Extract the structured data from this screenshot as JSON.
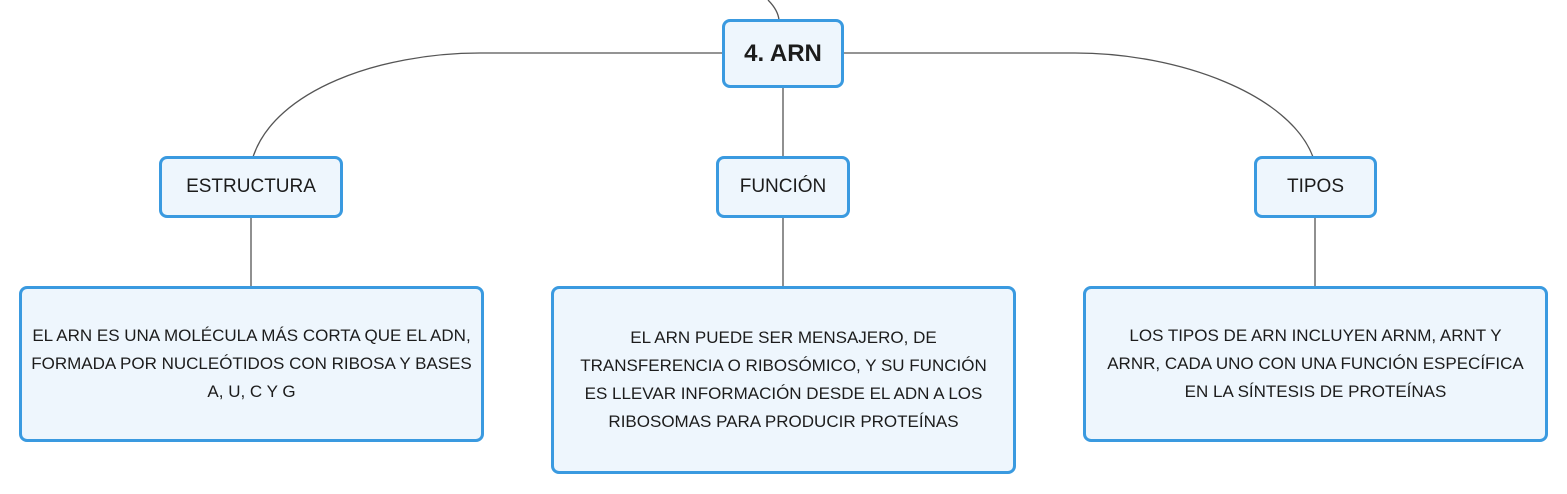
{
  "map": {
    "root": {
      "label": "4. ARN"
    },
    "branches": [
      {
        "topic": "ESTRUCTURA",
        "detail": "EL ARN ES UNA MOLÉCULA MÁS CORTA QUE EL ADN, FORMADA POR NUCLEÓTIDOS CON RIBOSA Y BASES A, U, C Y G"
      },
      {
        "topic": "FUNCIÓN",
        "detail": "EL ARN PUEDE SER MENSAJERO, DE TRANSFERENCIA O RIBOSÓMICO, Y SU FUNCIÓN ES LLEVAR INFORMACIÓN DESDE EL ADN A LOS RIBOSOMAS PARA PRODUCIR PROTEÍNAS"
      },
      {
        "topic": "TIPOS",
        "detail": "LOS TIPOS DE ARN INCLUYEN ARNM, ARNT Y ARNR, CADA UNO CON UNA FUNCIÓN ESPECÍFICA EN LA SÍNTESIS DE PROTEÍNAS"
      }
    ]
  },
  "colors": {
    "node_border": "#3a9ae0",
    "node_fill": "#eef6fd",
    "connector": "#555555"
  }
}
